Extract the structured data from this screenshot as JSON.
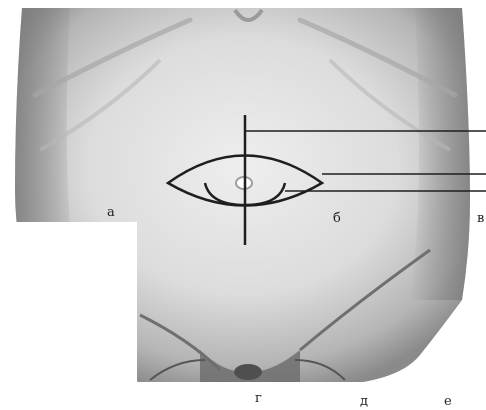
{
  "labels": {
    "a": "а",
    "b": "б",
    "v": "в",
    "g": "г",
    "d": "д",
    "e": "е"
  },
  "colors": {
    "skin_light": "#e9e9e9",
    "skin_mid": "#c9c9c9",
    "skin_dark": "#8f8f8f",
    "incision_line": "#1e1e1e",
    "background": "#ffffff"
  }
}
